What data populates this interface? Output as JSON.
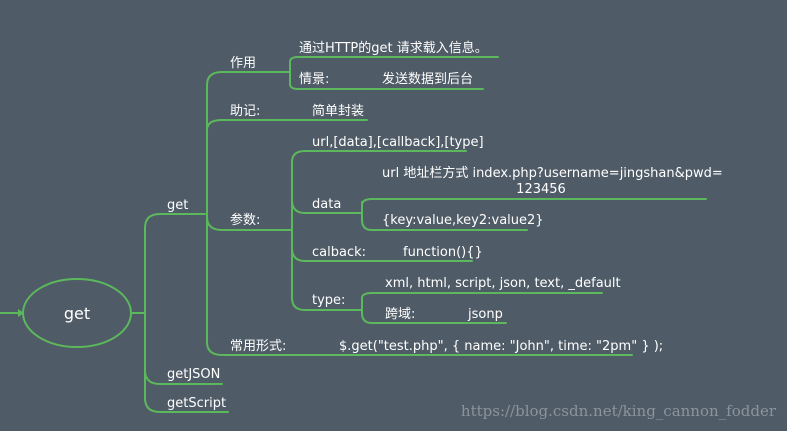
{
  "colors": {
    "background": "#4f5b66",
    "line": "#5cb85c",
    "text": "#ffffff",
    "watermark": "#8b949c"
  },
  "diagram": {
    "root": "get",
    "branches": {
      "get": "get",
      "getjson": "getJSON",
      "getscript": "getScript"
    },
    "get_children": {
      "zuoyong": {
        "label": "作用",
        "desc": "通过HTTP的get 请求载入信息。",
        "scene_label": "情景:",
        "scene_value": "发送数据到后台"
      },
      "zhuji": {
        "label": "助记:",
        "value": "简单封装"
      },
      "params": {
        "label": "参数:",
        "signature": "url,[data],[callback],[type]",
        "data": {
          "label": "data",
          "item1_line1": "url 地址栏方式 index.php?username=jingshan&pwd=",
          "item1_line2": "123456",
          "item2": "{key:value,key2:value2}"
        },
        "callback": {
          "label": "calback:",
          "value": "function(){}"
        },
        "type": {
          "label": "type:",
          "values": "xml, html, script, json, text, _default",
          "cross_label": "跨域:",
          "cross_value": "jsonp"
        }
      },
      "common": {
        "label": "常用形式:",
        "value": "$.get(\"test.php\", { name: \"John\", time: \"2pm\" } );"
      }
    }
  },
  "watermark": "https://blog.csdn.net/king_cannon_fodder"
}
